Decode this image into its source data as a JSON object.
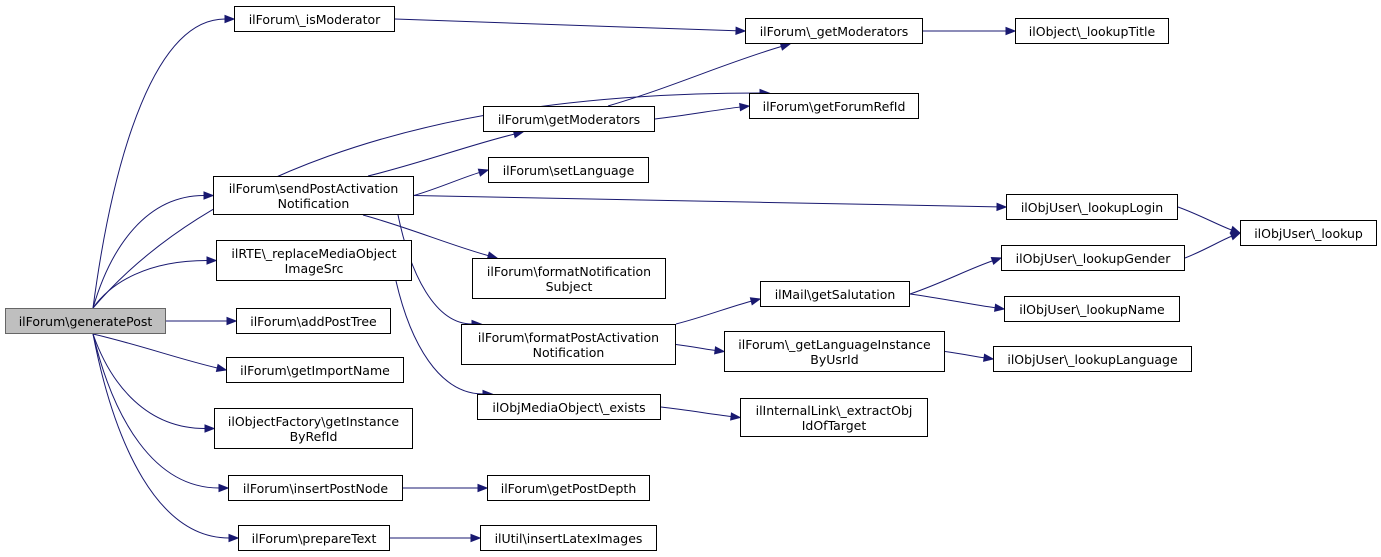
{
  "nodes": {
    "generatePost": {
      "label": "ilForum\\generatePost",
      "root": true
    },
    "isModerator": {
      "label": "ilForum\\_isModerator"
    },
    "getModerators_": {
      "label": "ilForum\\_getModerators"
    },
    "lookupTitle": {
      "label": "ilObject\\_lookupTitle"
    },
    "getForumRefId": {
      "label": "ilForum\\getForumRefId"
    },
    "getModerators": {
      "label": "ilForum\\getModerators"
    },
    "setLanguage": {
      "label": "ilForum\\setLanguage"
    },
    "sendPostActivation": {
      "label": "ilForum\\sendPostActivation\nNotification"
    },
    "lookupLogin": {
      "label": "ilObjUser\\_lookupLogin"
    },
    "lookup": {
      "label": "ilObjUser\\_lookup"
    },
    "replaceMedia": {
      "label": "ilRTE\\_replaceMediaObject\nImageSrc"
    },
    "formatNotifSubject": {
      "label": "ilForum\\formatNotification\nSubject"
    },
    "lookupGender": {
      "label": "ilObjUser\\_lookupGender"
    },
    "getSalutation": {
      "label": "ilMail\\getSalutation"
    },
    "lookupName": {
      "label": "ilObjUser\\_lookupName"
    },
    "addPostTree": {
      "label": "ilForum\\addPostTree"
    },
    "formatPostActivation": {
      "label": "ilForum\\formatPostActivation\nNotification"
    },
    "getLangInstance": {
      "label": "ilForum\\_getLanguageInstance\nByUsrId"
    },
    "lookupLanguage": {
      "label": "ilObjUser\\_lookupLanguage"
    },
    "getImportName": {
      "label": "ilForum\\getImportName"
    },
    "mediaExists": {
      "label": "ilObjMediaObject\\_exists"
    },
    "extractObj": {
      "label": "ilInternalLink\\_extractObj\nIdOfTarget"
    },
    "getInstanceByRefId": {
      "label": "ilObjectFactory\\getInstance\nByRefId"
    },
    "insertPostNode": {
      "label": "ilForum\\insertPostNode"
    },
    "getPostDepth": {
      "label": "ilForum\\getPostDepth"
    },
    "prepareText": {
      "label": "ilForum\\prepareText"
    },
    "insertLatex": {
      "label": "ilUtil\\insertLatexImages"
    }
  },
  "edges": [
    [
      "generatePost",
      "isModerator"
    ],
    [
      "generatePost",
      "getForumRefId"
    ],
    [
      "generatePost",
      "sendPostActivation"
    ],
    [
      "generatePost",
      "replaceMedia"
    ],
    [
      "generatePost",
      "addPostTree"
    ],
    [
      "generatePost",
      "getImportName"
    ],
    [
      "generatePost",
      "getInstanceByRefId"
    ],
    [
      "generatePost",
      "insertPostNode"
    ],
    [
      "generatePost",
      "prepareText"
    ],
    [
      "isModerator",
      "getModerators_"
    ],
    [
      "getModerators_",
      "lookupTitle"
    ],
    [
      "getModerators",
      "getModerators_"
    ],
    [
      "getModerators",
      "getForumRefId"
    ],
    [
      "sendPostActivation",
      "getModerators"
    ],
    [
      "sendPostActivation",
      "setLanguage"
    ],
    [
      "sendPostActivation",
      "lookupLogin"
    ],
    [
      "sendPostActivation",
      "formatNotifSubject"
    ],
    [
      "sendPostActivation",
      "formatPostActivation"
    ],
    [
      "lookupLogin",
      "lookup"
    ],
    [
      "lookupGender",
      "lookup"
    ],
    [
      "replaceMedia",
      "mediaExists"
    ],
    [
      "formatPostActivation",
      "getSalutation"
    ],
    [
      "formatPostActivation",
      "getLangInstance"
    ],
    [
      "getSalutation",
      "lookupGender"
    ],
    [
      "getSalutation",
      "lookupName"
    ],
    [
      "getLangInstance",
      "lookupLanguage"
    ],
    [
      "mediaExists",
      "extractObj"
    ],
    [
      "insertPostNode",
      "getPostDepth"
    ],
    [
      "prepareText",
      "insertLatex"
    ]
  ],
  "colors": {
    "edge": "#191970",
    "root_fill": "#bfbfbf",
    "node_fill": "#ffffff",
    "node_border": "#000000"
  }
}
